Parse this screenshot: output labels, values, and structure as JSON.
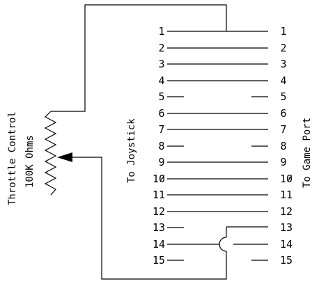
{
  "diagram": {
    "labels": {
      "throttle": "Throttle Control",
      "ohms": "100K Ohms",
      "joystick_side": "To Joystick",
      "gameport_side": "To Game Port"
    },
    "pins": [
      "1",
      "2",
      "3",
      "4",
      "5",
      "6",
      "7",
      "8",
      "9",
      "10",
      "11",
      "12",
      "13",
      "14",
      "15"
    ],
    "zero_digit": "0",
    "connected_through": [
      "1",
      "2",
      "3",
      "4",
      "6",
      "7",
      "9",
      "10",
      "11",
      "12"
    ],
    "broken_pins": [
      "5",
      "8",
      "13",
      "14",
      "15"
    ],
    "colors": {
      "line": "#000000",
      "background": "#ffffff"
    }
  }
}
